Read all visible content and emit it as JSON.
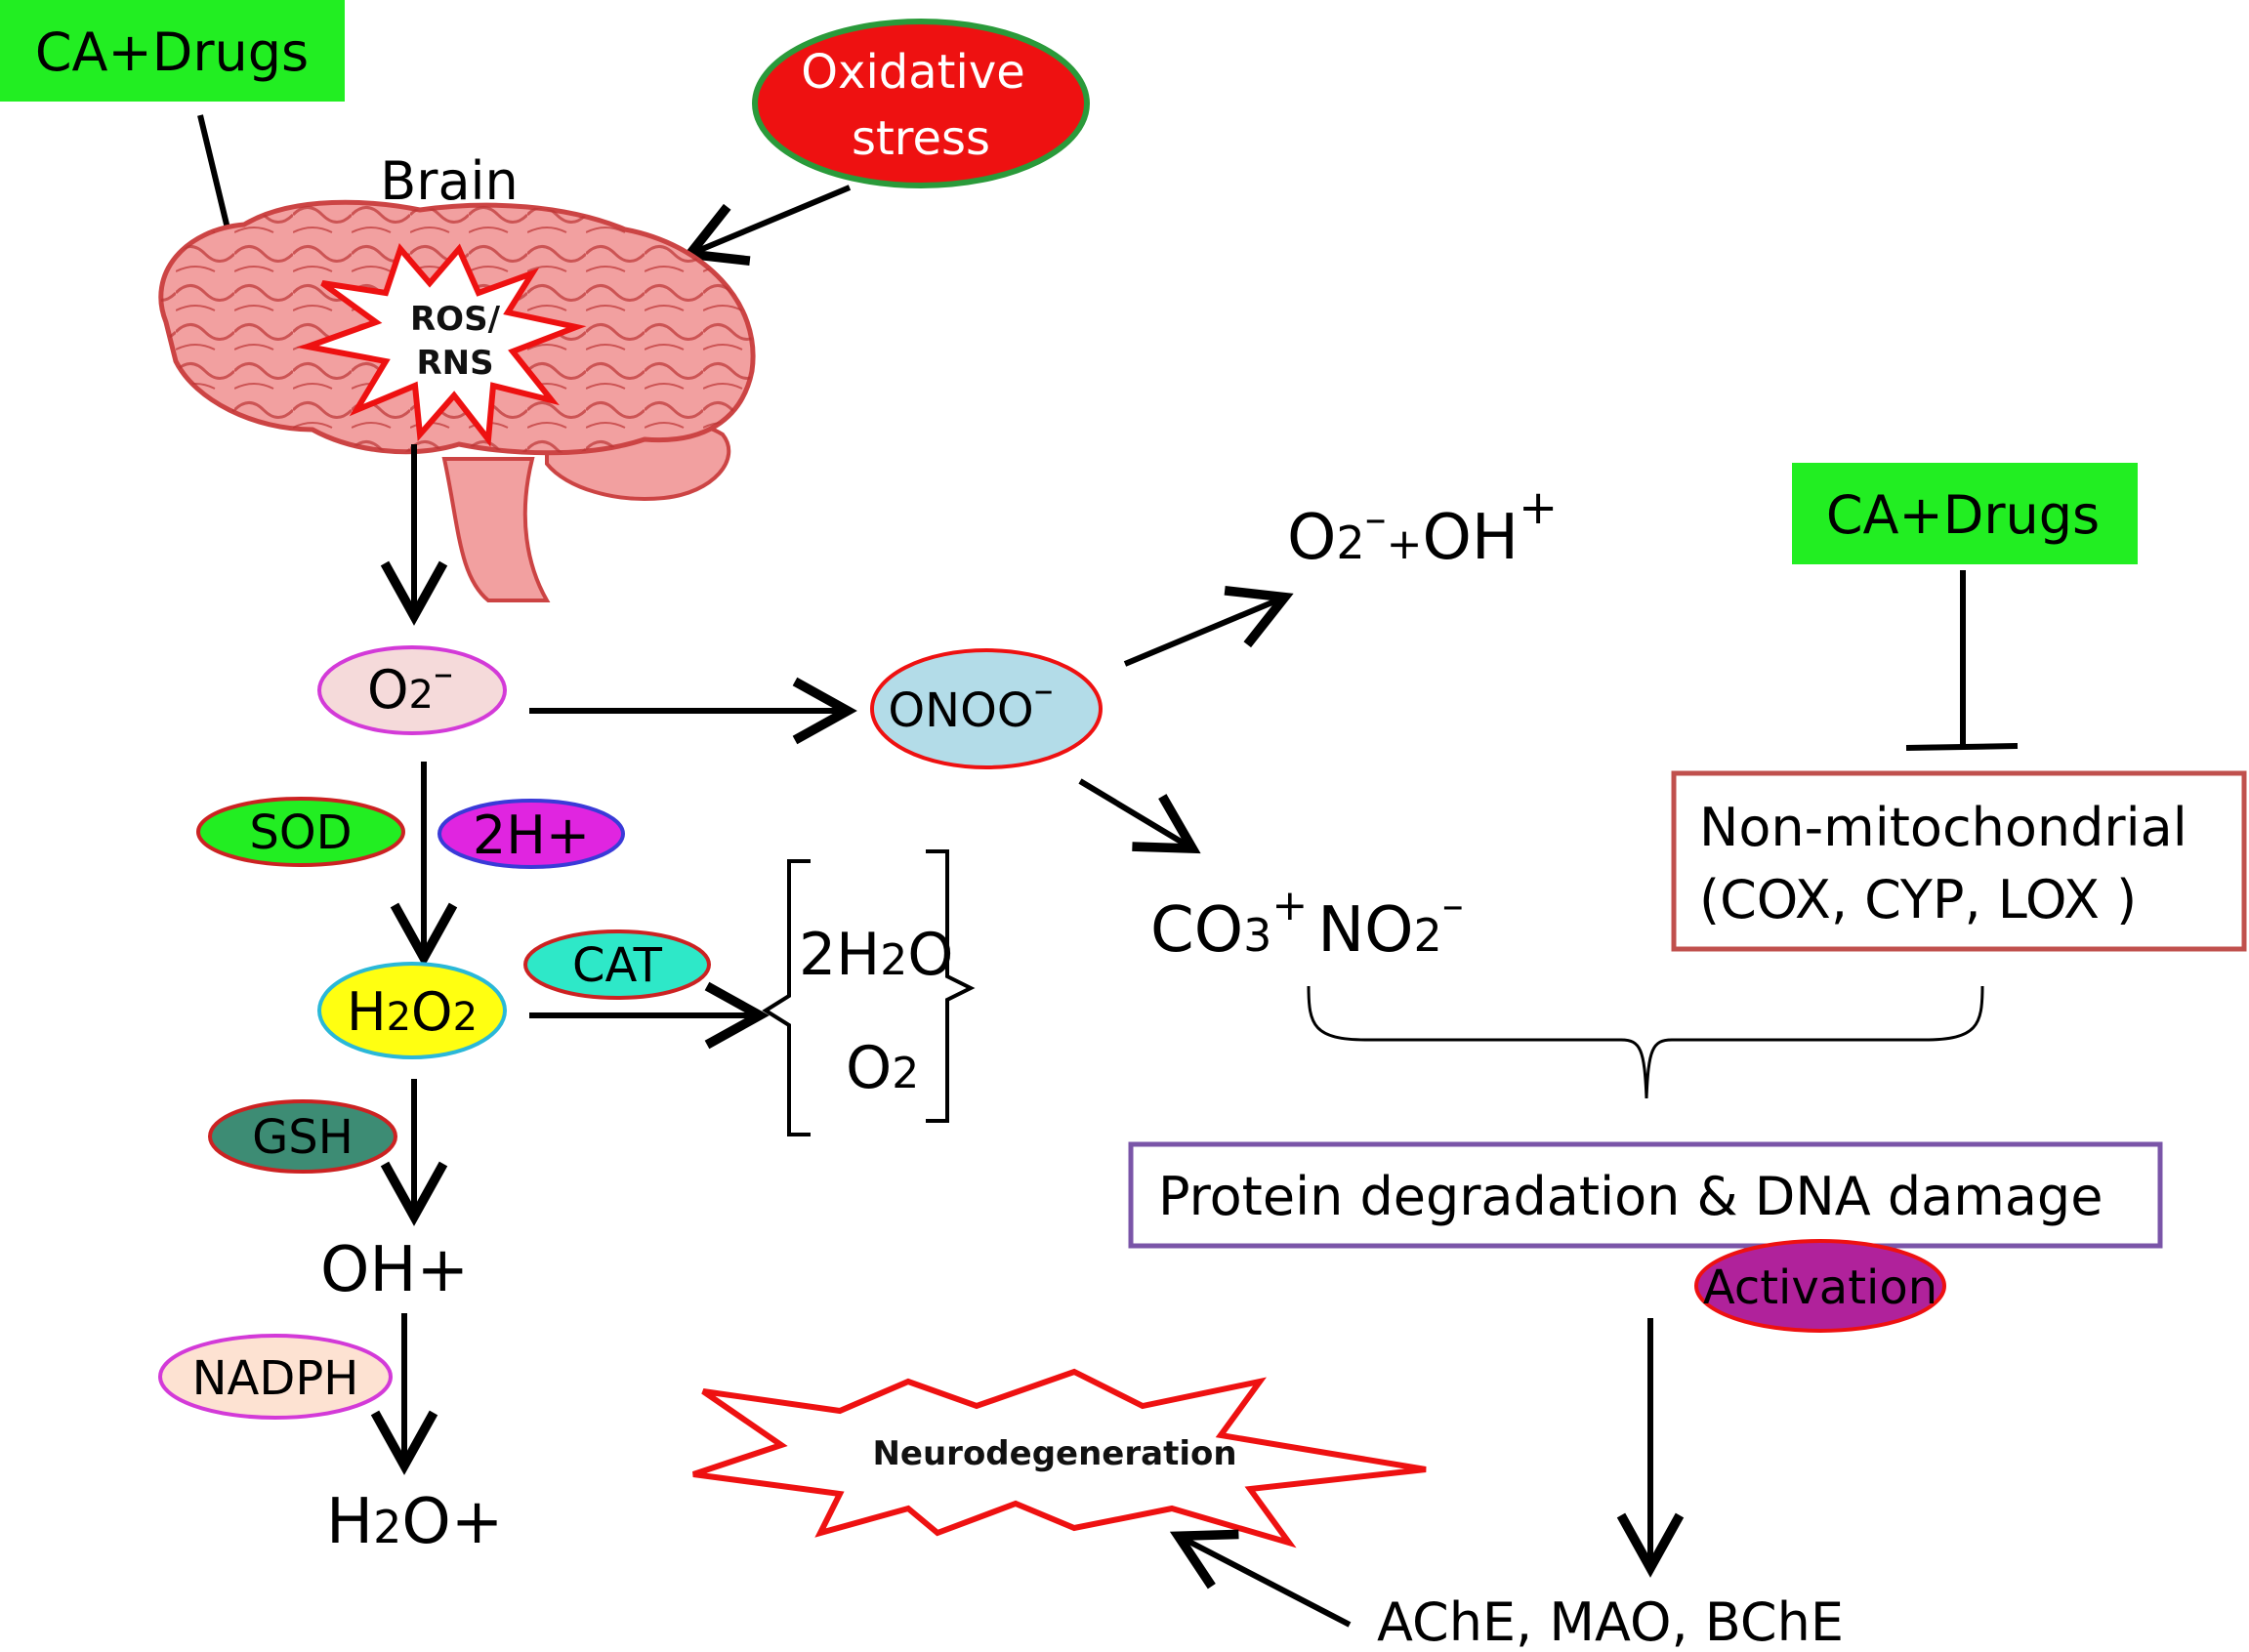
{
  "colors": {
    "green_box": "#22ee22",
    "red_ellipse": "#ee1111",
    "brain_fill": "#f2a0a0",
    "brain_stroke": "#c44",
    "o2_ellipse": "#f5dada",
    "onoo_ellipse": "#b3dce8",
    "sod": "#22ee22",
    "two_h": "#e025e0",
    "h2o2": "#ffff11",
    "cat": "#2ee8c8",
    "gsh": "#3d8c74",
    "nadph": "#fde2d2",
    "activation": "#b0229b",
    "box_red": "#c0504d",
    "box_purple": "#7a55a8"
  },
  "top_drug": {
    "label": "CA+Drugs"
  },
  "right_drug": {
    "label": "CA+Drugs"
  },
  "oxidative": {
    "line1": "Oxidative",
    "line2": "stress"
  },
  "brain": {
    "label": "Brain",
    "burst_line1": "ROS/",
    "burst_line2": "RNS"
  },
  "species": {
    "o2_minus": {
      "base": "O",
      "sub": "2",
      "sup": "–"
    },
    "onoo": {
      "base": "ONOO",
      "sup": "–"
    },
    "h2o2": {
      "b1": "H",
      "s1": "2",
      "b2": "O",
      "s2": "2"
    },
    "oh_plus": "OH+",
    "h2o_plus": {
      "b1": "H",
      "s1": "2",
      "b2": "O+"
    },
    "o2_oh": {
      "b1": "O",
      "s1": "2",
      "sup1": "–",
      "plus": "+",
      "b2": "OH",
      "sup2": "+"
    },
    "co3_no2": {
      "b1": "CO",
      "s1": "3",
      "sup1": "+",
      "b2": "NO",
      "s2": "2",
      "sup2": "–"
    },
    "bracket_h2o": {
      "b1": "2H",
      "s1": "2",
      "b2": "O"
    },
    "bracket_o2": {
      "b1": "O",
      "s1": "2"
    }
  },
  "enzymes": {
    "sod": "SOD",
    "two_h": "2H+",
    "cat": "CAT",
    "gsh": "GSH",
    "nadph": "NADPH",
    "activation": "Activation"
  },
  "boxes": {
    "nonmito_line1": "Non-mitochondrial",
    "nonmito_line2": "(COX, CYP, LOX )",
    "protein": "Protein degradation & DNA damage"
  },
  "neuro": "Neurodegeneration",
  "ache": "AChE, MAO, BChE"
}
